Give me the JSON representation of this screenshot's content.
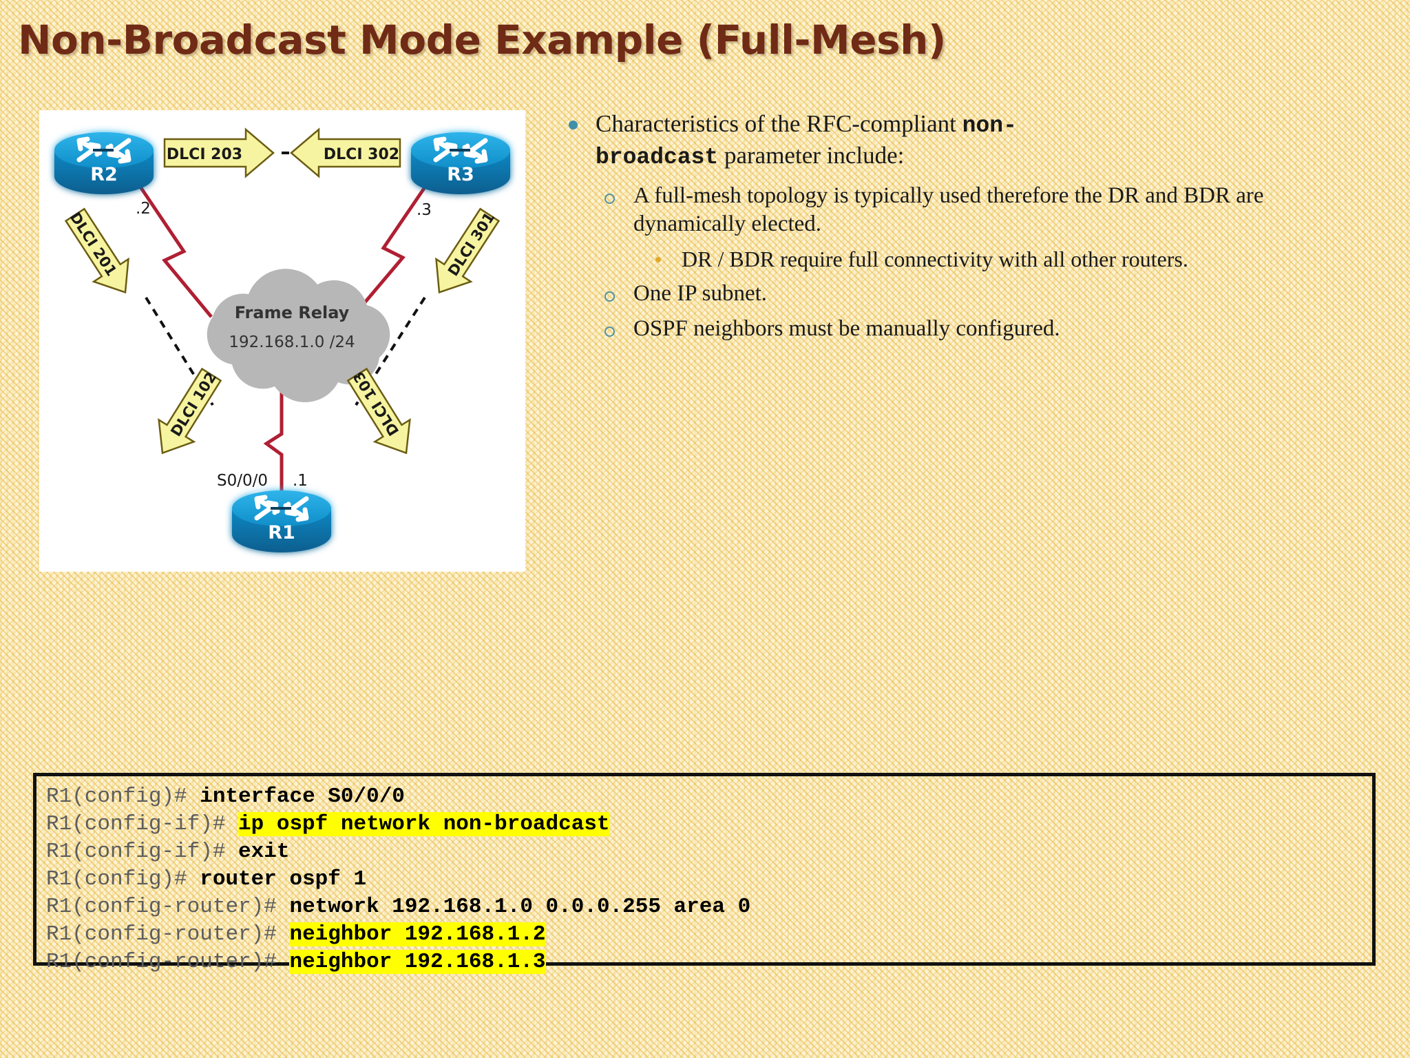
{
  "slide": {
    "title": "Non-Broadcast Mode Example (Full-Mesh)"
  },
  "diagram": {
    "routers": [
      {
        "id": "r2",
        "label": "R2"
      },
      {
        "id": "r3",
        "label": "R3"
      },
      {
        "id": "r1",
        "label": "R1"
      }
    ],
    "cloud": {
      "name": "Frame Relay",
      "subnet": "192.168.1.0 /24"
    },
    "interface_labels": [
      {
        "id": "r2-ip",
        "text": ".2"
      },
      {
        "id": "r3-ip",
        "text": ".3"
      },
      {
        "id": "r1-int",
        "text": "S0/0/0"
      },
      {
        "id": "r1-ip",
        "text": ".1"
      }
    ],
    "dlci_labels": [
      {
        "id": "dlci-203",
        "text": "DLCI 203"
      },
      {
        "id": "dlci-302",
        "text": "DLCI 302"
      },
      {
        "id": "dlci-201",
        "text": "DLCI 201"
      },
      {
        "id": "dlci-301",
        "text": "DLCI 301"
      },
      {
        "id": "dlci-102",
        "text": "DLCI 102"
      },
      {
        "id": "dlci-103",
        "text": "DLCI 103"
      }
    ],
    "colors": {
      "router_body": "#1a9ad6",
      "router_side": "#0c6fa4",
      "link_red": "#b01f33",
      "cloud_gray": "#b7b7b7",
      "dlci_yellow": "#f6f4a0"
    }
  },
  "bullets": {
    "level1": {
      "text_before": "Characteristics of the RFC-compliant ",
      "mono1": "non-",
      "mono2": "broadcast",
      "text_after": " parameter include:"
    },
    "level2": [
      "A full-mesh topology is typically used therefore the DR and BDR are dynamically elected.",
      "One IP subnet.",
      "OSPF neighbors must be manually configured."
    ],
    "level3": [
      "DR / BDR require full connectivity with all other routers."
    ]
  },
  "code_block": {
    "lines": [
      {
        "prompt": "R1(config)# ",
        "cmd": "interface S0/0/0",
        "highlight": false
      },
      {
        "prompt": "R1(config-if)# ",
        "cmd": "ip ospf network non-broadcast",
        "highlight": true
      },
      {
        "prompt": "R1(config-if)# ",
        "cmd": "exit",
        "highlight": false
      },
      {
        "prompt": "R1(config)# ",
        "cmd": "router ospf 1",
        "highlight": false
      },
      {
        "prompt": "R1(config-router)# ",
        "cmd": "network 192.168.1.0 0.0.0.255 area 0",
        "highlight": false
      },
      {
        "prompt": "R1(config-router)# ",
        "cmd": "neighbor 192.168.1.2",
        "highlight": true
      },
      {
        "prompt": "R1(config-router)# ",
        "cmd": "neighbor 192.168.1.3",
        "highlight": true
      }
    ],
    "highlight_color": "#ffff00"
  }
}
